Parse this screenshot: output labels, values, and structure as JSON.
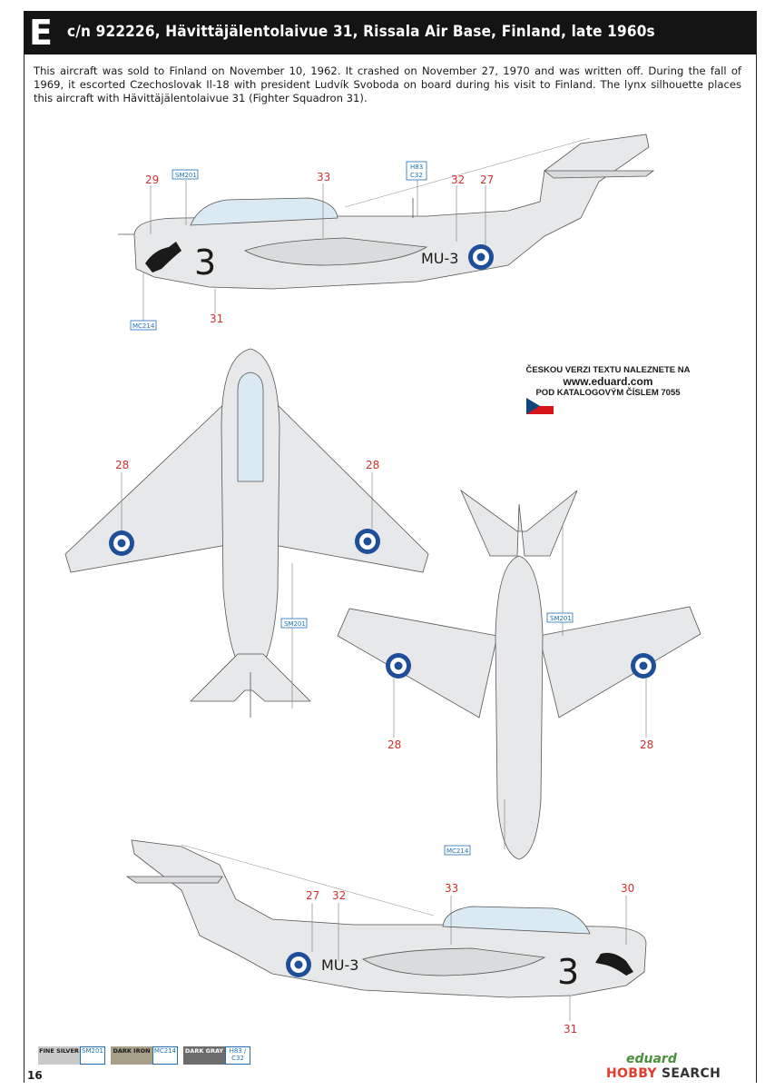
{
  "header": {
    "letter": "E",
    "title": "c/n 922226, Hävittäjälentolaivue 31, Rissala Air Base, Finland, late 1960s"
  },
  "description": "This aircraft was sold to Finland on November 10, 1962. It crashed on November 27, 1970 and was written off. During the fall of 1969, it escorted Czechoslovak Il-18 with president Ludvík Svoboda on board during his visit to Finland. The lynx silhouette places this aircraft with Hävittäjälentolaivue 31 (Fighter Squadron 31).",
  "czech_note": {
    "line1": "ČESKOU VERZI TEXTU NALEZNETE NA",
    "line2": "www.eduard.com",
    "line3": "POD KATALOGOVÝM ČÍSLEM 7055"
  },
  "views": {
    "left_side": {
      "refs": [
        "29",
        "33",
        "32",
        "27",
        "31"
      ],
      "codes": [
        "SM201",
        "H83",
        "C32",
        "MC214"
      ],
      "nose_number": "3",
      "serial": "MU-3"
    },
    "top": {
      "refs": [
        "28",
        "28"
      ],
      "codes": [
        "SM201"
      ]
    },
    "bottom": {
      "refs": [
        "28",
        "28"
      ],
      "codes": [
        "SM201",
        "MC214"
      ]
    },
    "right_side": {
      "refs": [
        "27",
        "32",
        "33",
        "30",
        "31"
      ],
      "nose_number": "3",
      "serial": "MU-3"
    }
  },
  "swatches": [
    {
      "name": "FINE SILVER",
      "code": "SM201",
      "color": "#c9c9c9"
    },
    {
      "name": "DARK IRON",
      "code": "MC214",
      "color": "#a89f8b"
    },
    {
      "name": "DARK GRAY",
      "code": "H83 / C32",
      "color": "#6c6c6c"
    }
  ],
  "page_number": "16",
  "brand": {
    "eduard": "eduard",
    "hobby": "HOBBY",
    "search": "SEARCH"
  },
  "colors": {
    "aircraft": "#e6e8e9",
    "roundel_blue": "#1f4e9a",
    "callout_red": "#d2302b",
    "code_blue": "#1e6fb8"
  }
}
